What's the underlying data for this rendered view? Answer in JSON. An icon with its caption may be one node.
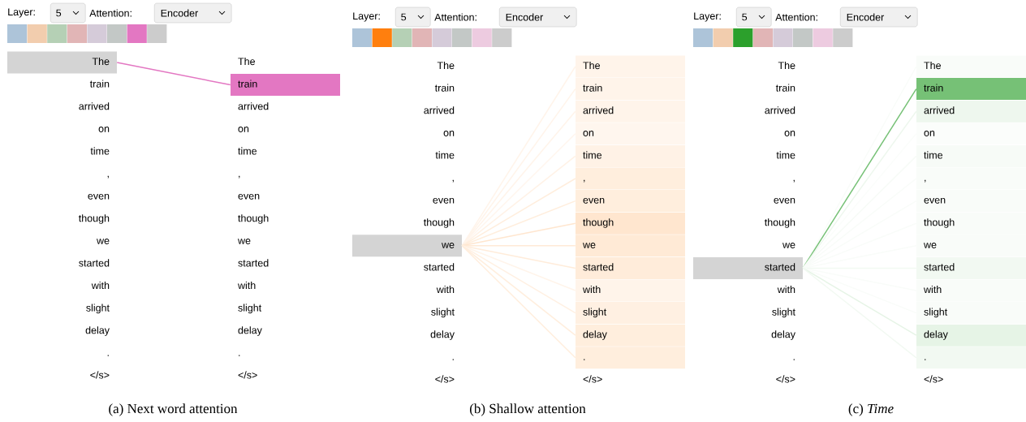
{
  "diagram": {
    "nodes": [
      {
        "text": [
          "The"
        ]
      },
      {
        "text": [
          "train"
        ]
      },
      {
        "text": [
          "arrived"
        ]
      },
      {
        "text": [
          "on"
        ]
      },
      {
        "text": [
          "time"
        ]
      },
      {
        "text": [
          ","
        ]
      },
      {
        "text": [
          "even"
        ]
      },
      {
        "text": [
          "though"
        ]
      },
      {
        "text": [
          "we"
        ]
      },
      {
        "text": [
          "started"
        ]
      },
      {
        "text": [
          "with"
        ]
      },
      {
        "text": [
          "slight"
        ]
      },
      {
        "text": [
          "delay"
        ]
      },
      {
        "text": [
          "."
        ]
      },
      {
        "text": [
          "</s>"
        ]
      },
      {
        "text": [
          "The"
        ]
      },
      {
        "text": [
          "train"
        ]
      },
      {
        "text": [
          "arrived"
        ]
      },
      {
        "text": [
          "on"
        ]
      },
      {
        "text": [
          "time"
        ]
      },
      {
        "text": [
          ","
        ]
      },
      {
        "text": [
          "even"
        ]
      },
      {
        "text": [
          "though"
        ]
      },
      {
        "text": [
          "we"
        ]
      },
      {
        "text": [
          "started"
        ]
      },
      {
        "text": [
          "with"
        ]
      },
      {
        "text": [
          "slight"
        ]
      },
      {
        "text": [
          "delay"
        ]
      },
      {
        "text": [
          "."
        ]
      },
      {
        "text": [
          "</s>"
        ]
      },
      {
        "text": [
          "The"
        ]
      },
      {
        "text": [
          "train"
        ]
      },
      {
        "text": [
          "arrived"
        ]
      },
      {
        "text": [
          "on"
        ]
      },
      {
        "text": [
          "time"
        ]
      },
      {
        "text": [
          ","
        ]
      },
      {
        "text": [
          "even"
        ]
      },
      {
        "text": [
          "though"
        ]
      },
      {
        "text": [
          "we"
        ]
      },
      {
        "text": [
          "started"
        ]
      },
      {
        "text": [
          "with"
        ]
      },
      {
        "text": [
          "slight"
        ]
      },
      {
        "text": [
          "delay"
        ]
      },
      {
        "text": [
          "."
        ]
      },
      {
        "text": [
          "</s>"
        ]
      },
      {
        "text": [
          "The"
        ]
      },
      {
        "text": [
          "train"
        ]
      },
      {
        "text": [
          "arrived"
        ]
      },
      {
        "text": [
          "on"
        ]
      },
      {
        "text": [
          "time"
        ]
      },
      {
        "text": [
          ","
        ]
      },
      {
        "text": [
          "even"
        ]
      },
      {
        "text": [
          "though"
        ]
      },
      {
        "text": [
          "we"
        ]
      },
      {
        "text": [
          "started"
        ]
      },
      {
        "text": [
          "with"
        ]
      },
      {
        "text": [
          "slight"
        ]
      },
      {
        "text": [
          "delay"
        ]
      },
      {
        "text": [
          "."
        ]
      },
      {
        "text": [
          "</s>"
        ]
      },
      {
        "text": [
          "The"
        ]
      },
      {
        "text": [
          "train"
        ]
      },
      {
        "text": [
          "arrived"
        ]
      },
      {
        "text": [
          "on"
        ]
      },
      {
        "text": [
          "time"
        ]
      },
      {
        "text": [
          ","
        ]
      },
      {
        "text": [
          "even"
        ]
      },
      {
        "text": [
          "though"
        ]
      },
      {
        "text": [
          "we"
        ]
      },
      {
        "text": [
          "started"
        ]
      },
      {
        "text": [
          "with"
        ]
      },
      {
        "text": [
          "slight"
        ]
      },
      {
        "text": [
          "delay"
        ]
      },
      {
        "text": [
          "."
        ]
      },
      {
        "text": [
          "</s>"
        ]
      },
      {
        "text": [
          "The"
        ]
      },
      {
        "text": [
          "train"
        ]
      },
      {
        "text": [
          "arrived"
        ]
      },
      {
        "text": [
          "on"
        ]
      },
      {
        "text": [
          "time"
        ]
      },
      {
        "text": [
          ","
        ]
      },
      {
        "text": [
          "even"
        ]
      },
      {
        "text": [
          "though"
        ]
      },
      {
        "text": [
          "we"
        ]
      },
      {
        "text": [
          "started"
        ]
      },
      {
        "text": [
          "with"
        ]
      },
      {
        "text": [
          "slight"
        ]
      },
      {
        "text": [
          "delay"
        ]
      },
      {
        "text": [
          "."
        ]
      },
      {
        "text": [
          "</s>"
        ]
      }
    ],
    "edges": [
      {
        "from": 0,
        "to": 16,
        "arrow": "none",
        "color": "#e377c2"
      },
      {
        "from": 38,
        "to": 45,
        "arrow": "none",
        "color": "#fff4ea"
      },
      {
        "from": 38,
        "to": 46,
        "arrow": "none",
        "color": "#fff4ea"
      },
      {
        "from": 38,
        "to": 47,
        "arrow": "none",
        "color": "#fff4ea"
      },
      {
        "from": 38,
        "to": 48,
        "arrow": "none",
        "color": "#fff6ee"
      },
      {
        "from": 38,
        "to": 49,
        "arrow": "none",
        "color": "#fff2e6"
      },
      {
        "from": 38,
        "to": 50,
        "arrow": "none",
        "color": "#ffeedd"
      },
      {
        "from": 38,
        "to": 51,
        "arrow": "none",
        "color": "#ffeedd"
      },
      {
        "from": 38,
        "to": 52,
        "arrow": "none",
        "color": "#ffe6cf"
      },
      {
        "from": 38,
        "to": 53,
        "arrow": "none",
        "color": "#ffead6"
      },
      {
        "from": 38,
        "to": 54,
        "arrow": "none",
        "color": "#ffecda"
      },
      {
        "from": 38,
        "to": 55,
        "arrow": "none",
        "color": "#fff4ea"
      },
      {
        "from": 38,
        "to": 56,
        "arrow": "none",
        "color": "#fff0e2"
      },
      {
        "from": 38,
        "to": 57,
        "arrow": "none",
        "color": "#ffeedd"
      },
      {
        "from": 38,
        "to": 58,
        "arrow": "none",
        "color": "#ffeedd"
      },
      {
        "from": 69,
        "to": 75,
        "arrow": "none",
        "color": "#f9fcf9"
      },
      {
        "from": 69,
        "to": 76,
        "arrow": "none",
        "color": "#76c176"
      },
      {
        "from": 69,
        "to": 77,
        "arrow": "none",
        "color": "#eef7ee"
      },
      {
        "from": 69,
        "to": 78,
        "arrow": "none",
        "color": "#fbfdfb"
      },
      {
        "from": 69,
        "to": 79,
        "arrow": "none",
        "color": "#f7fbf7"
      },
      {
        "from": 69,
        "to": 80,
        "arrow": "none",
        "color": "#f9fcf9"
      },
      {
        "from": 69,
        "to": 81,
        "arrow": "none",
        "color": "#f9fcf9"
      },
      {
        "from": 69,
        "to": 82,
        "arrow": "none",
        "color": "#f9fcf9"
      },
      {
        "from": 69,
        "to": 83,
        "arrow": "none",
        "color": "#f9fcf9"
      },
      {
        "from": 69,
        "to": 84,
        "arrow": "none",
        "color": "#f2f9f2"
      },
      {
        "from": 69,
        "to": 85,
        "arrow": "none",
        "color": "#f9fcf9"
      },
      {
        "from": 69,
        "to": 86,
        "arrow": "none",
        "color": "#f9fcf9"
      },
      {
        "from": 69,
        "to": 87,
        "arrow": "none",
        "color": "#e6f4e6"
      },
      {
        "from": 69,
        "to": 88,
        "arrow": "none",
        "color": "#f2f9f2"
      }
    ],
    "labels": [
      "Layer:",
      "5",
      "Attention:",
      "Encoder",
      "Layer:",
      "5",
      "Attention:",
      "Encoder",
      "Layer:",
      "5",
      "Attention:",
      "Encoder",
      "(a) Next word attention",
      "(b) Shallow attention",
      "(c) *Time*"
    ]
  }
}
